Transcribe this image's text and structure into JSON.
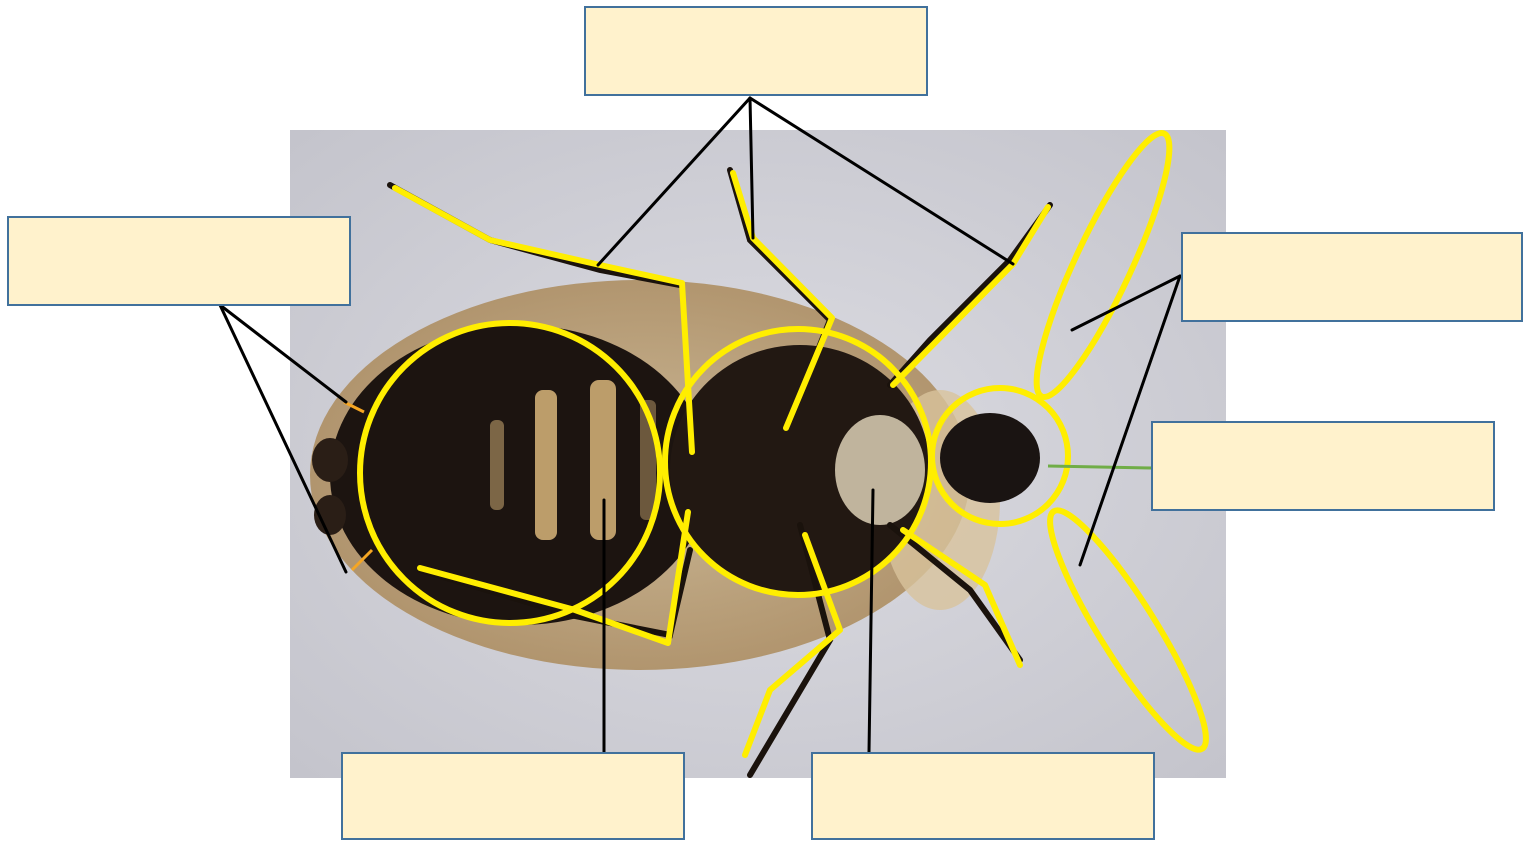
{
  "diagram": {
    "image_subject": "cockroach-ventral-view",
    "label_boxes": [
      {
        "id": "legs",
        "text": ""
      },
      {
        "id": "cerci",
        "text": ""
      },
      {
        "id": "antennae",
        "text": ""
      },
      {
        "id": "mouthparts",
        "text": ""
      },
      {
        "id": "abdomen",
        "text": ""
      },
      {
        "id": "thorax",
        "text": ""
      }
    ],
    "colors": {
      "highlight": "#ffee00",
      "box_fill": "#fff2cc",
      "box_border": "#41719c",
      "leader_line": "#000000",
      "cerci_marker": "#f5a623",
      "mouth_marker": "#70ad47"
    }
  }
}
